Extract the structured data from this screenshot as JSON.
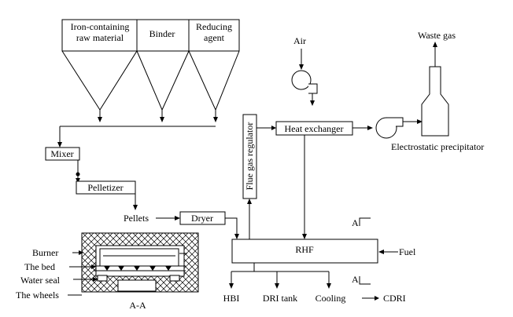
{
  "hoppers": {
    "iron": [
      "Iron-containing",
      "raw material"
    ],
    "binder": "Binder",
    "reducing": [
      "Reducing",
      "agent"
    ]
  },
  "mixer": "Mixer",
  "pelletizer": "Pelletizer",
  "pellets": "Pellets",
  "dryer": "Dryer",
  "rhf": "RHF",
  "fuel": "Fuel",
  "flue_gas_regulator": "Flue gas regulator",
  "air": "Air",
  "heat_exchanger": "Heat exchanger",
  "waste_gas": "Waste gas",
  "electrostatic_precipitator": "Electrostatic precipitator",
  "section_marks": {
    "top": "A",
    "bottom": "A"
  },
  "outputs": {
    "hbi": "HBI",
    "dri_tank": "DRI tank",
    "cooling": "Cooling",
    "cdri": "CDRI"
  },
  "section_view": {
    "burner": "Burner",
    "the_bed": "The bed",
    "water_seal": "Water seal",
    "the_wheels": "The wheels",
    "caption": "A-A"
  }
}
